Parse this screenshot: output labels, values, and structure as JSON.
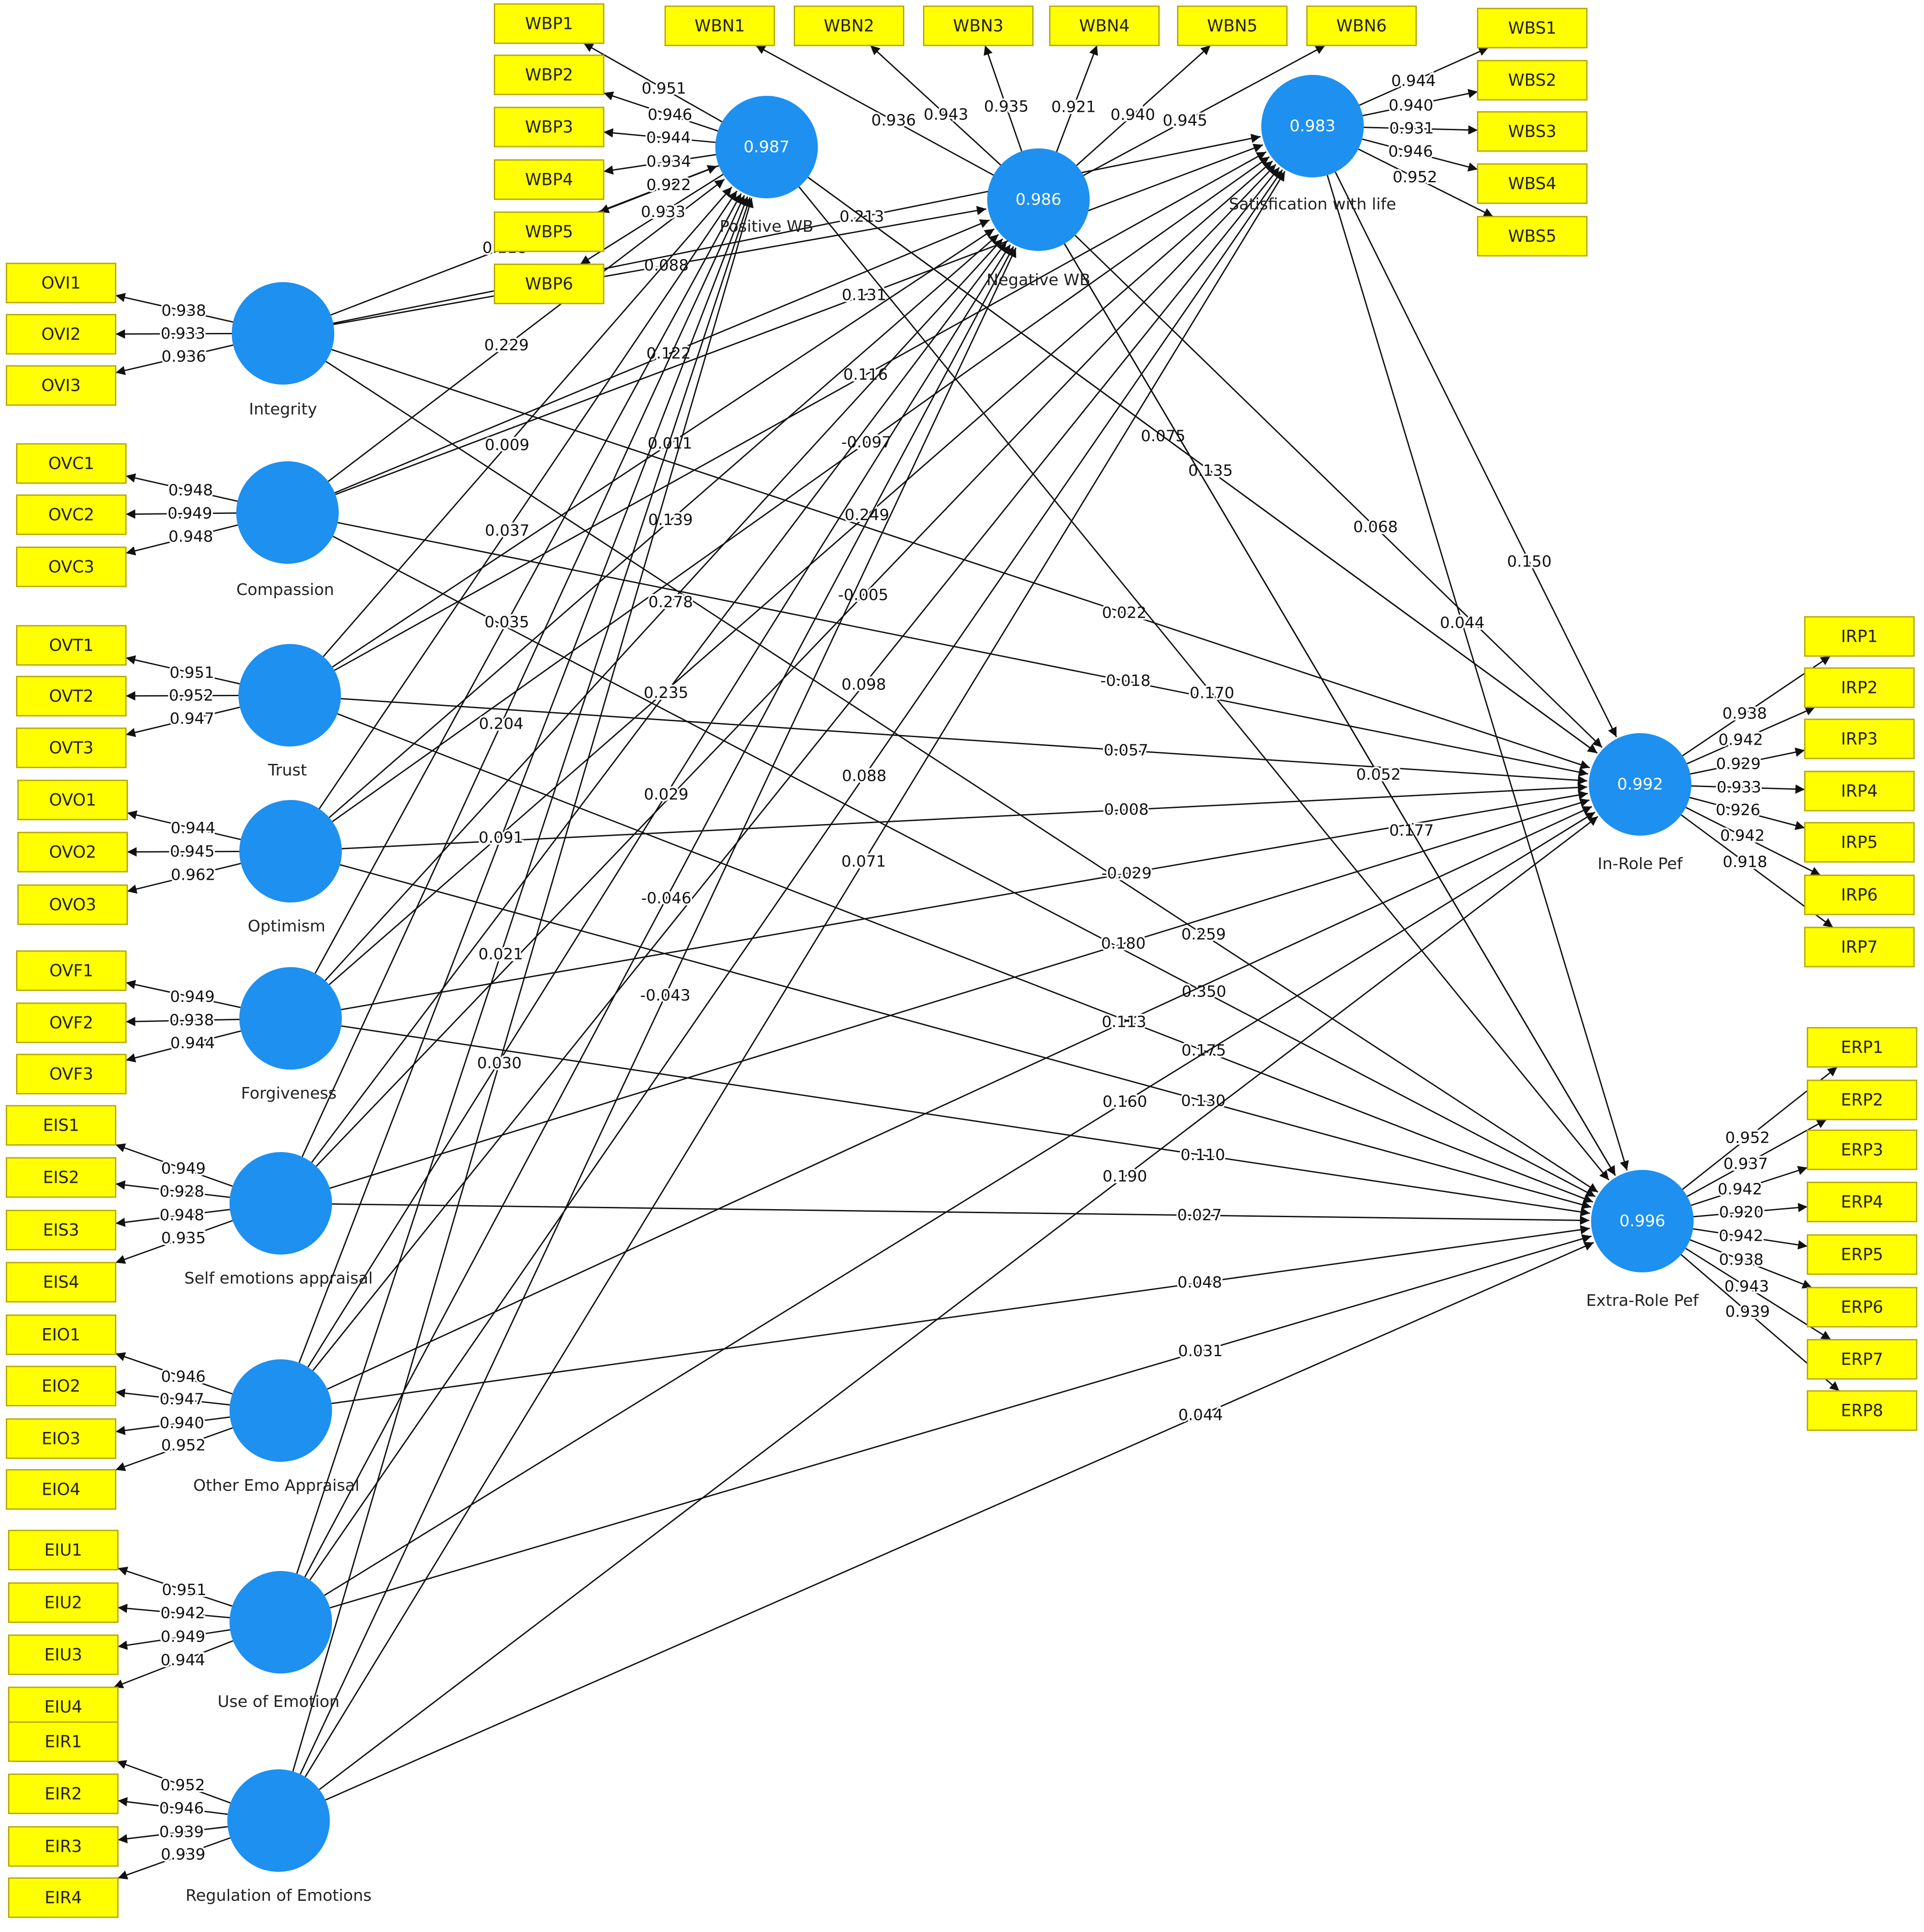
{
  "latent_variables": [
    {
      "id": "integrity",
      "label": "Integrity",
      "r2": "",
      "indicators": [
        "OVI1",
        "OVI2",
        "OVI3"
      ],
      "loadings": [
        "0.938",
        "0.933",
        "0.936"
      ]
    },
    {
      "id": "compassion",
      "label": "Compassion",
      "r2": "",
      "indicators": [
        "OVC1",
        "OVC2",
        "OVC3"
      ],
      "loadings": [
        "0.948",
        "0.949",
        "0.948"
      ]
    },
    {
      "id": "trust",
      "label": "Trust",
      "r2": "",
      "indicators": [
        "OVT1",
        "OVT2",
        "OVT3"
      ],
      "loadings": [
        "0.951",
        "0.952",
        "0.947"
      ]
    },
    {
      "id": "optimism",
      "label": "Optimism",
      "r2": "",
      "indicators": [
        "OVO1",
        "OVO2",
        "OVO3"
      ],
      "loadings": [
        "0.944",
        "0.945",
        "0.962"
      ]
    },
    {
      "id": "forgiveness",
      "label": "Forgiveness",
      "r2": "",
      "indicators": [
        "OVF1",
        "OVF2",
        "OVF3"
      ],
      "loadings": [
        "0.949",
        "0.938",
        "0.944"
      ]
    },
    {
      "id": "self_emotions",
      "label": "Self emotions appraisal",
      "r2": "",
      "indicators": [
        "EIS1",
        "EIS2",
        "EIS3",
        "EIS4"
      ],
      "loadings": [
        "0.949",
        "0.928",
        "0.948",
        "0.935"
      ]
    },
    {
      "id": "other_emo",
      "label": "Other Emo Appraisal",
      "r2": "",
      "indicators": [
        "EIO1",
        "EIO2",
        "EIO3",
        "EIO4"
      ],
      "loadings": [
        "0.946",
        "0.947",
        "0.940",
        "0.952"
      ]
    },
    {
      "id": "use_emotion",
      "label": "Use of Emotion",
      "r2": "",
      "indicators": [
        "EIU1",
        "EIU2",
        "EIU3",
        "EIU4"
      ],
      "loadings": [
        "0.951",
        "0.942",
        "0.949",
        "0.944"
      ]
    },
    {
      "id": "regulation",
      "label": "Regulation of Emotions",
      "r2": "",
      "indicators": [
        "EIR1",
        "EIR2",
        "EIR3",
        "EIR4"
      ],
      "loadings": [
        "0.952",
        "0.946",
        "0.939",
        "0.939"
      ]
    },
    {
      "id": "positive_wb",
      "label": "Positive WB",
      "r2": "0.987",
      "indicators": [
        "WBP1",
        "WBP2",
        "WBP3",
        "WBP4",
        "WBP5",
        "WBP6"
      ],
      "loadings": [
        "0.951",
        "0.946",
        "0.944",
        "0.934",
        "0.922",
        "0.933"
      ]
    },
    {
      "id": "negative_wb",
      "label": "Negative WB",
      "r2": "0.986",
      "indicators": [
        "WBN1",
        "WBN2",
        "WBN3",
        "WBN4",
        "WBN5",
        "WBN6"
      ],
      "loadings": [
        "0.936",
        "0.943",
        "0.935",
        "0.921",
        "0.940",
        "0.945"
      ]
    },
    {
      "id": "satisfaction",
      "label": "Satisfication with life",
      "r2": "0.983",
      "indicators": [
        "WBS1",
        "WBS2",
        "WBS3",
        "WBS4",
        "WBS5"
      ],
      "loadings": [
        "0.944",
        "0.940",
        "0.931",
        "0.946",
        "0.952"
      ]
    },
    {
      "id": "in_role",
      "label": "In-Role Pef",
      "r2": "0.992",
      "indicators": [
        "IRP1",
        "IRP2",
        "IRP3",
        "IRP4",
        "IRP5",
        "IRP6",
        "IRP7"
      ],
      "loadings": [
        "0.938",
        "0.942",
        "0.929",
        "0.933",
        "0.926",
        "0.942",
        "0.918"
      ]
    },
    {
      "id": "extra_role",
      "label": "Extra-Role Pef",
      "r2": "0.996",
      "indicators": [
        "ERP1",
        "ERP2",
        "ERP3",
        "ERP4",
        "ERP5",
        "ERP6",
        "ERP7",
        "ERP8"
      ],
      "loadings": [
        "0.952",
        "0.937",
        "0.942",
        "0.920",
        "0.942",
        "0.938",
        "0.943",
        "0.939"
      ]
    }
  ],
  "paths": [
    {
      "from": "integrity",
      "to": "positive_wb",
      "coef": "0.118"
    },
    {
      "from": "integrity",
      "to": "negative_wb",
      "coef": "0.088"
    },
    {
      "from": "integrity",
      "to": "satisfaction",
      "coef": "0.213"
    },
    {
      "from": "integrity",
      "to": "in_role",
      "coef": "0.022"
    },
    {
      "from": "integrity",
      "to": "extra_role",
      "coef": "0.259"
    },
    {
      "from": "compassion",
      "to": "positive_wb",
      "coef": "0.229"
    },
    {
      "from": "compassion",
      "to": "negative_wb",
      "coef": "0.122"
    },
    {
      "from": "compassion",
      "to": "satisfaction",
      "coef": "0.131"
    },
    {
      "from": "compassion",
      "to": "in_role",
      "coef": "-0.018"
    },
    {
      "from": "compassion",
      "to": "extra_role",
      "coef": "0.350"
    },
    {
      "from": "trust",
      "to": "positive_wb",
      "coef": "0.009"
    },
    {
      "from": "trust",
      "to": "negative_wb",
      "coef": "0.011"
    },
    {
      "from": "trust",
      "to": "satisfaction",
      "coef": "0.116"
    },
    {
      "from": "trust",
      "to": "in_role",
      "coef": "0.057"
    },
    {
      "from": "trust",
      "to": "extra_role",
      "coef": "0.175"
    },
    {
      "from": "optimism",
      "to": "positive_wb",
      "coef": "0.037"
    },
    {
      "from": "optimism",
      "to": "negative_wb",
      "coef": "0.139"
    },
    {
      "from": "optimism",
      "to": "satisfaction",
      "coef": "-0.097"
    },
    {
      "from": "optimism",
      "to": "in_role",
      "coef": "0.008"
    },
    {
      "from": "optimism",
      "to": "extra_role",
      "coef": "0.130"
    },
    {
      "from": "forgiveness",
      "to": "positive_wb",
      "coef": "0.035"
    },
    {
      "from": "forgiveness",
      "to": "negative_wb",
      "coef": "0.278"
    },
    {
      "from": "forgiveness",
      "to": "satisfaction",
      "coef": "0.249"
    },
    {
      "from": "forgiveness",
      "to": "in_role",
      "coef": "-0.029"
    },
    {
      "from": "forgiveness",
      "to": "extra_role",
      "coef": "0.110"
    },
    {
      "from": "self_emotions",
      "to": "positive_wb",
      "coef": "0.204"
    },
    {
      "from": "self_emotions",
      "to": "negative_wb",
      "coef": "0.235"
    },
    {
      "from": "self_emotions",
      "to": "satisfaction",
      "coef": "-0.005"
    },
    {
      "from": "self_emotions",
      "to": "in_role",
      "coef": "0.180"
    },
    {
      "from": "self_emotions",
      "to": "extra_role",
      "coef": "0.027"
    },
    {
      "from": "other_emo",
      "to": "positive_wb",
      "coef": "0.091"
    },
    {
      "from": "other_emo",
      "to": "negative_wb",
      "coef": "0.029"
    },
    {
      "from": "other_emo",
      "to": "satisfaction",
      "coef": "0.098"
    },
    {
      "from": "other_emo",
      "to": "in_role",
      "coef": "0.113"
    },
    {
      "from": "other_emo",
      "to": "extra_role",
      "coef": "0.048"
    },
    {
      "from": "use_emotion",
      "to": "positive_wb",
      "coef": "0.021"
    },
    {
      "from": "use_emotion",
      "to": "negative_wb",
      "coef": "-0.046"
    },
    {
      "from": "use_emotion",
      "to": "satisfaction",
      "coef": "0.088"
    },
    {
      "from": "use_emotion",
      "to": "in_role",
      "coef": "0.160"
    },
    {
      "from": "use_emotion",
      "to": "extra_role",
      "coef": "0.031"
    },
    {
      "from": "regulation",
      "to": "positive_wb",
      "coef": "0.030"
    },
    {
      "from": "regulation",
      "to": "negative_wb",
      "coef": "-0.043"
    },
    {
      "from": "regulation",
      "to": "satisfaction",
      "coef": "0.071"
    },
    {
      "from": "regulation",
      "to": "in_role",
      "coef": "0.190"
    },
    {
      "from": "regulation",
      "to": "extra_role",
      "coef": "0.044"
    },
    {
      "from": "positive_wb",
      "to": "in_role",
      "coef": "0.075"
    },
    {
      "from": "positive_wb",
      "to": "extra_role",
      "coef": "0.170"
    },
    {
      "from": "negative_wb",
      "to": "in_role",
      "coef": "0.068"
    },
    {
      "from": "negative_wb",
      "to": "extra_role",
      "coef": "0.177"
    },
    {
      "from": "satisfaction",
      "to": "in_role",
      "coef": "0.150"
    },
    {
      "from": "satisfaction",
      "to": "extra_role",
      "coef": "0.044"
    },
    {
      "from": "positive_wb",
      "to": "in_role",
      "coef": "0.135"
    },
    {
      "from": "negative_wb",
      "to": "extra_role",
      "coef": "0.052"
    }
  ],
  "colors": {
    "construct": "#1e90f0",
    "indicator": "#ffff00",
    "indicator_border": "#b5a800",
    "line": "#111111"
  }
}
